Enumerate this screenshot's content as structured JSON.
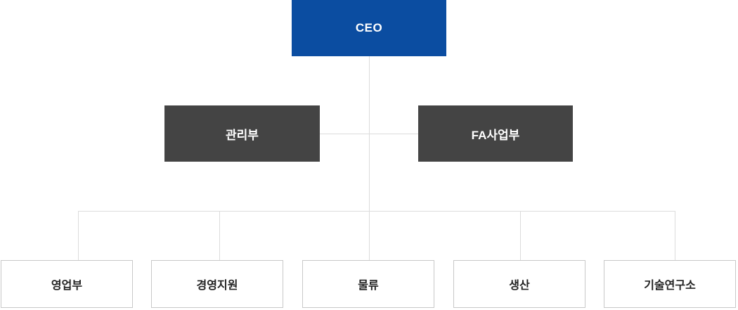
{
  "org": {
    "ceo": {
      "label": "CEO"
    },
    "departments": [
      {
        "label": "관리부"
      },
      {
        "label": "FA사업부"
      }
    ],
    "teams": [
      {
        "label": "영업부"
      },
      {
        "label": "경영지원"
      },
      {
        "label": "물류"
      },
      {
        "label": "생산"
      },
      {
        "label": "기술연구소"
      }
    ],
    "colors": {
      "ceo_bg": "#0b4da1",
      "ceo_text": "#ffffff",
      "dept_bg": "#444444",
      "dept_text": "#ffffff",
      "team_bg": "#ffffff",
      "team_border": "#c8c8c8",
      "team_text": "#222222",
      "connector": "#dcdcdc"
    }
  }
}
